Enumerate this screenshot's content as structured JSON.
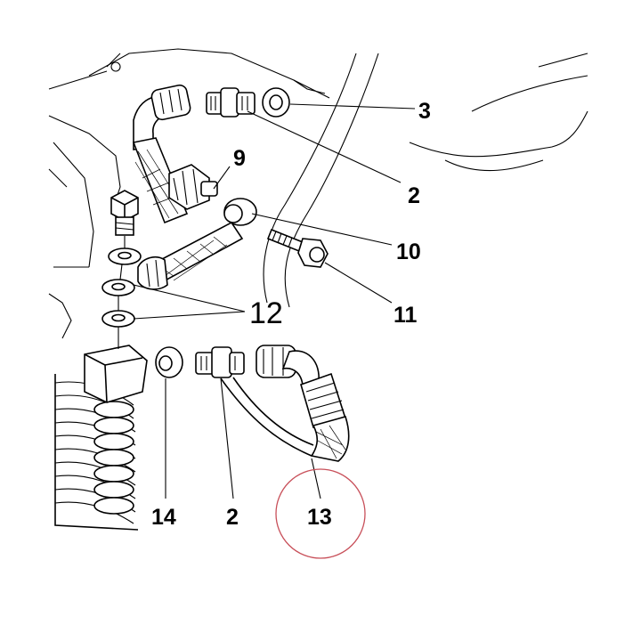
{
  "labels": {
    "l3": "3",
    "l9": "9",
    "l2a": "2",
    "l10": "10",
    "l11": "11",
    "l12": "12",
    "l14": "14",
    "l2b": "2",
    "l13": "13"
  },
  "colors": {
    "line": "#000000",
    "highlight_circle": "#c8505a",
    "background": "#ffffff"
  }
}
